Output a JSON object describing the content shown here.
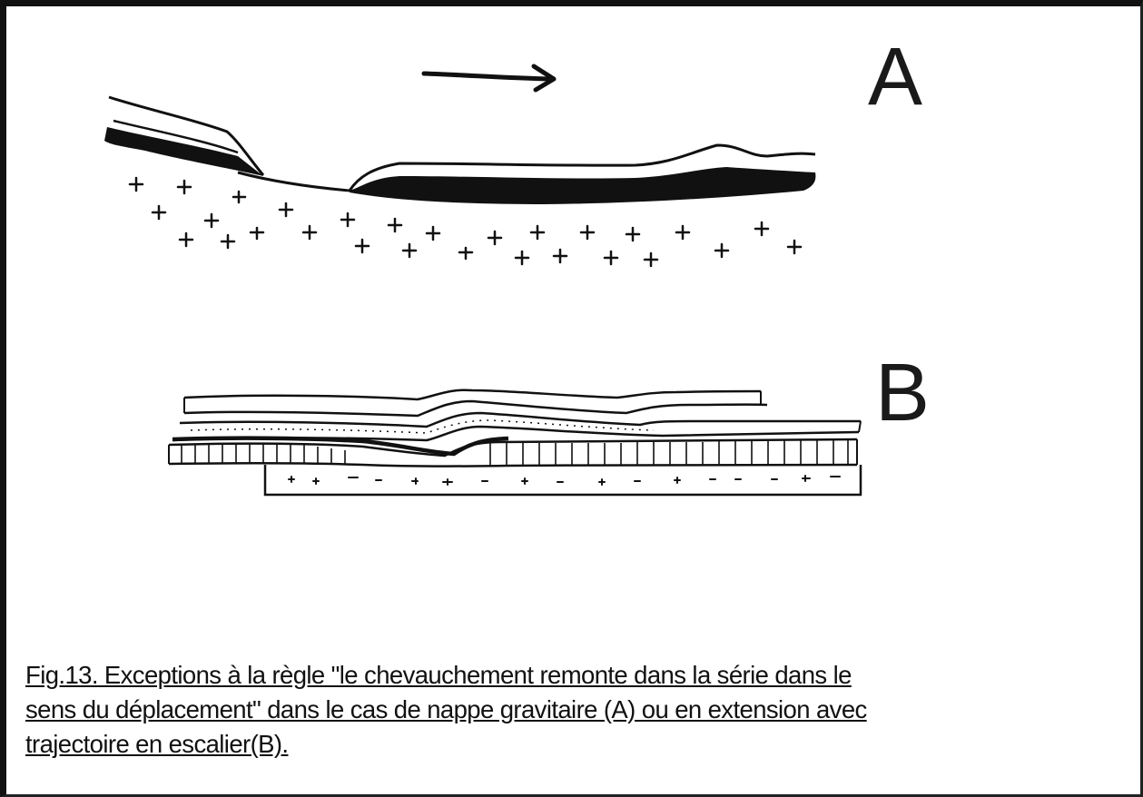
{
  "figure": {
    "label_a": "A",
    "label_b": "B",
    "caption_lines": [
      "Fig.13. Exceptions à la règle \"le chevauchement remonte dans la série dans le",
      "sens du déplacement\" dans le cas de nappe gravitaire (A) ou en extension avec",
      "trajectoire en escalier(B)."
    ]
  }
}
